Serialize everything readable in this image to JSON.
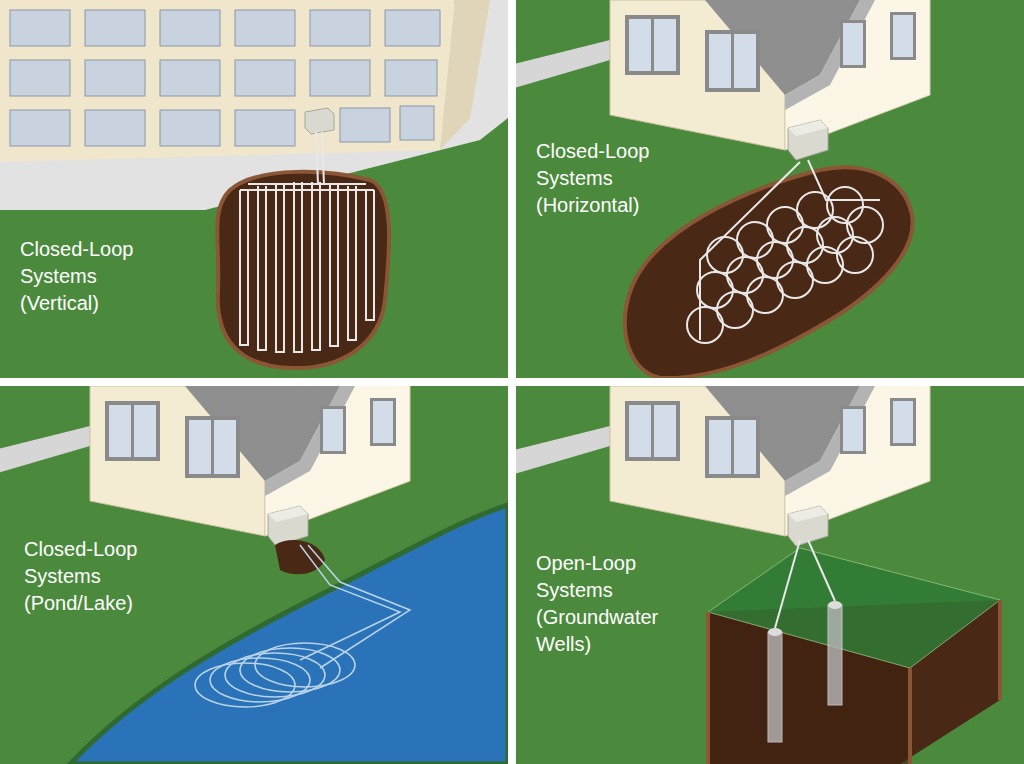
{
  "diagram": {
    "labels": [
      "Closed-Loop Systems (Vertical)",
      "Closed-Loop Systems (Horizontal)",
      "Closed-Loop Systems (Pond/Lake)",
      "Open-Loop Systems (Groundwater Wells)"
    ]
  }
}
